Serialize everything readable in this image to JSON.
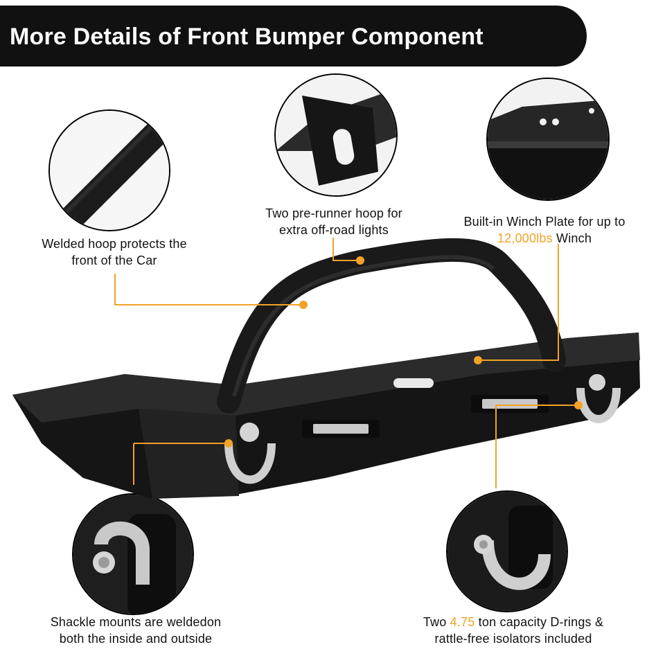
{
  "title": "More Details of Front Bumper Component",
  "accent_color": "#f2a227",
  "callouts": {
    "welded_hoop": {
      "line1": "Welded hoop protects the",
      "line2": "front of the Car"
    },
    "pre_runner": {
      "line1": "Two pre-runner hoop for",
      "line2": "extra off-road lights"
    },
    "winch_plate": {
      "line1": "Built-in Winch Plate for up to",
      "line2_highlight": "12,000lbs",
      "line2_rest": " Winch"
    },
    "shackle_mounts": {
      "line1": "Shackle mounts are weldedon",
      "line2": "both the inside and outside"
    },
    "d_rings": {
      "line1_pre": "Two ",
      "line1_highlight": "4.75",
      "line1_post": " ton capacity D-rings &",
      "line2": "rattle-free isolators included"
    }
  }
}
